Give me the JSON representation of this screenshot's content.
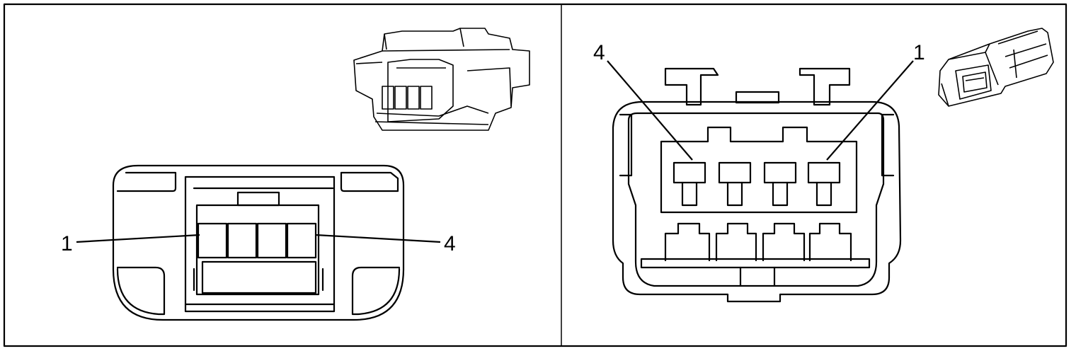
{
  "panels": [
    {
      "name": "female-connector-view",
      "callouts": {
        "left": "1",
        "right": "4"
      }
    },
    {
      "name": "male-connector-view",
      "callouts": {
        "left": "4",
        "right": "1"
      }
    }
  ],
  "cavity_count": 4
}
